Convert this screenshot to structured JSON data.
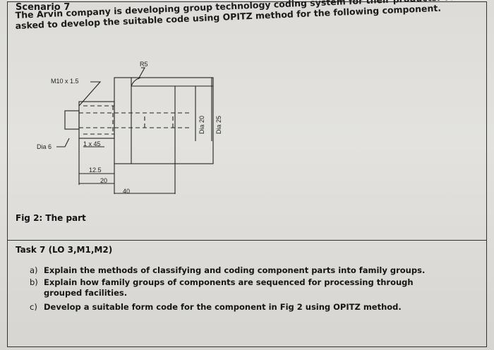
{
  "header": {
    "title": "Scenario 7",
    "line1": "The Arvin company is developing group technology coding system for their products. You a",
    "line2": "asked to develop the suitable code using OPITZ method for the following component."
  },
  "figure": {
    "dims": {
      "r5": "R5",
      "thread": "M10 x 1.5",
      "dia6": "Dia 6",
      "chamfer": "1 x 45",
      "len125": "12.5",
      "len20": "20",
      "len40": "40",
      "dia20": "Dia 20",
      "dia25": "Dia 25"
    },
    "caption": "Fig 2: The part"
  },
  "task": {
    "title": "Task 7 (LO 3,M1,M2)",
    "items": [
      {
        "label": "a)",
        "text": "Explain the methods of classifying and coding component parts into family groups."
      },
      {
        "label": "b)",
        "text": "Explain how family groups of components are sequenced for processing through grouped facilities."
      },
      {
        "label": "c)",
        "text": "Develop a suitable form code for the component in Fig 2 using OPITZ method."
      }
    ]
  }
}
